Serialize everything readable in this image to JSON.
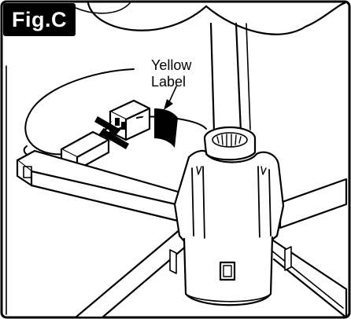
{
  "figure": {
    "tag": "Fig.C",
    "callout_lines": [
      "Yellow",
      "Label"
    ]
  },
  "icons": [
    "plug-icon",
    "socket-icon",
    "arrow-icon"
  ],
  "colors": {
    "ink": "#000000",
    "paper": "#ffffff",
    "label_band": "#000000"
  }
}
